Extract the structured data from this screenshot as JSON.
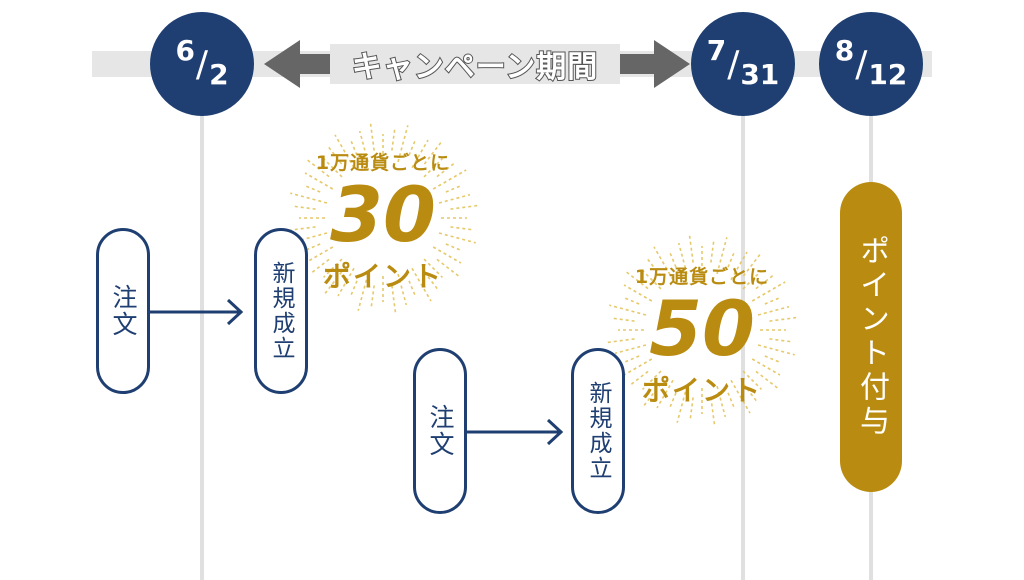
{
  "timeline": {
    "campaign_label": "キャンペーン期間",
    "dates": [
      {
        "top": "6",
        "bottom": "2"
      },
      {
        "top": "7",
        "bottom": "31"
      },
      {
        "top": "8",
        "bottom": "12"
      }
    ]
  },
  "steps": {
    "order": "注文",
    "execution": "新規成立",
    "award": "ポイント付与"
  },
  "points_before": {
    "per": "1万通貨ごとに",
    "amount": "30",
    "unit": "ポイント"
  },
  "points_after": {
    "per": "1万通貨ごとに",
    "amount": "50",
    "unit": "ポイント"
  },
  "colors": {
    "navy": "#1f3f72",
    "gold": "#b98c11",
    "track": "#e6e6e6"
  }
}
